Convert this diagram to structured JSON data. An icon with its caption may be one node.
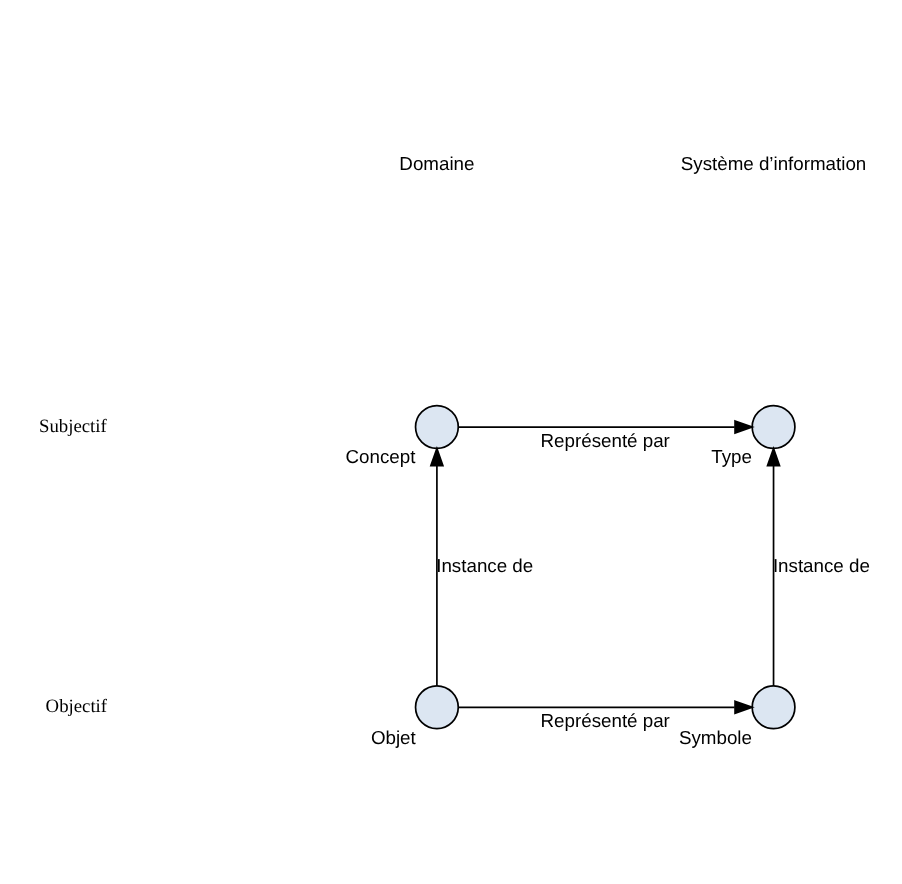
{
  "diagram": {
    "nodes": [
      {
        "text": [
          "Concept"
        ]
      },
      {
        "text": [
          "Type"
        ]
      },
      {
        "text": [
          "Objet"
        ]
      },
      {
        "text": [
          "Symbole"
        ]
      }
    ],
    "edges": [
      {
        "from": 0,
        "to": 1,
        "arrow": "to",
        "label": "Représenté par"
      },
      {
        "from": 2,
        "to": 0,
        "arrow": "to",
        "label": "Instance de"
      },
      {
        "from": 3,
        "to": 1,
        "arrow": "to",
        "label": "Instance de"
      },
      {
        "from": 2,
        "to": 3,
        "arrow": "to",
        "label": "Représenté par"
      }
    ],
    "labels": [
      "Domaine",
      "Système d’information",
      "Subjectif",
      "Objectif"
    ]
  }
}
